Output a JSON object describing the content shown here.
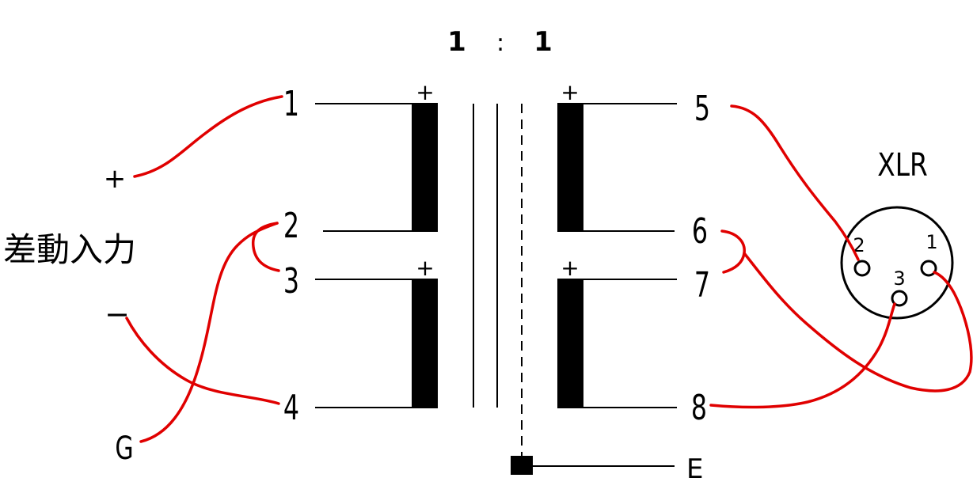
{
  "ratio": {
    "left": "1",
    "sep": ":",
    "right": "1"
  },
  "input": {
    "label": "差動入力",
    "plus": "+",
    "minus": "−",
    "ground": "G"
  },
  "primary_pins": [
    "1",
    "2",
    "3",
    "4"
  ],
  "secondary_pins": [
    "5",
    "6",
    "7",
    "8"
  ],
  "polarity_mark": "+",
  "earth_label": "E",
  "xlr": {
    "title": "XLR",
    "pins": [
      "1",
      "2",
      "3"
    ]
  },
  "colors": {
    "wire": "#000000",
    "connection": "#e00000",
    "core": "#000000"
  }
}
